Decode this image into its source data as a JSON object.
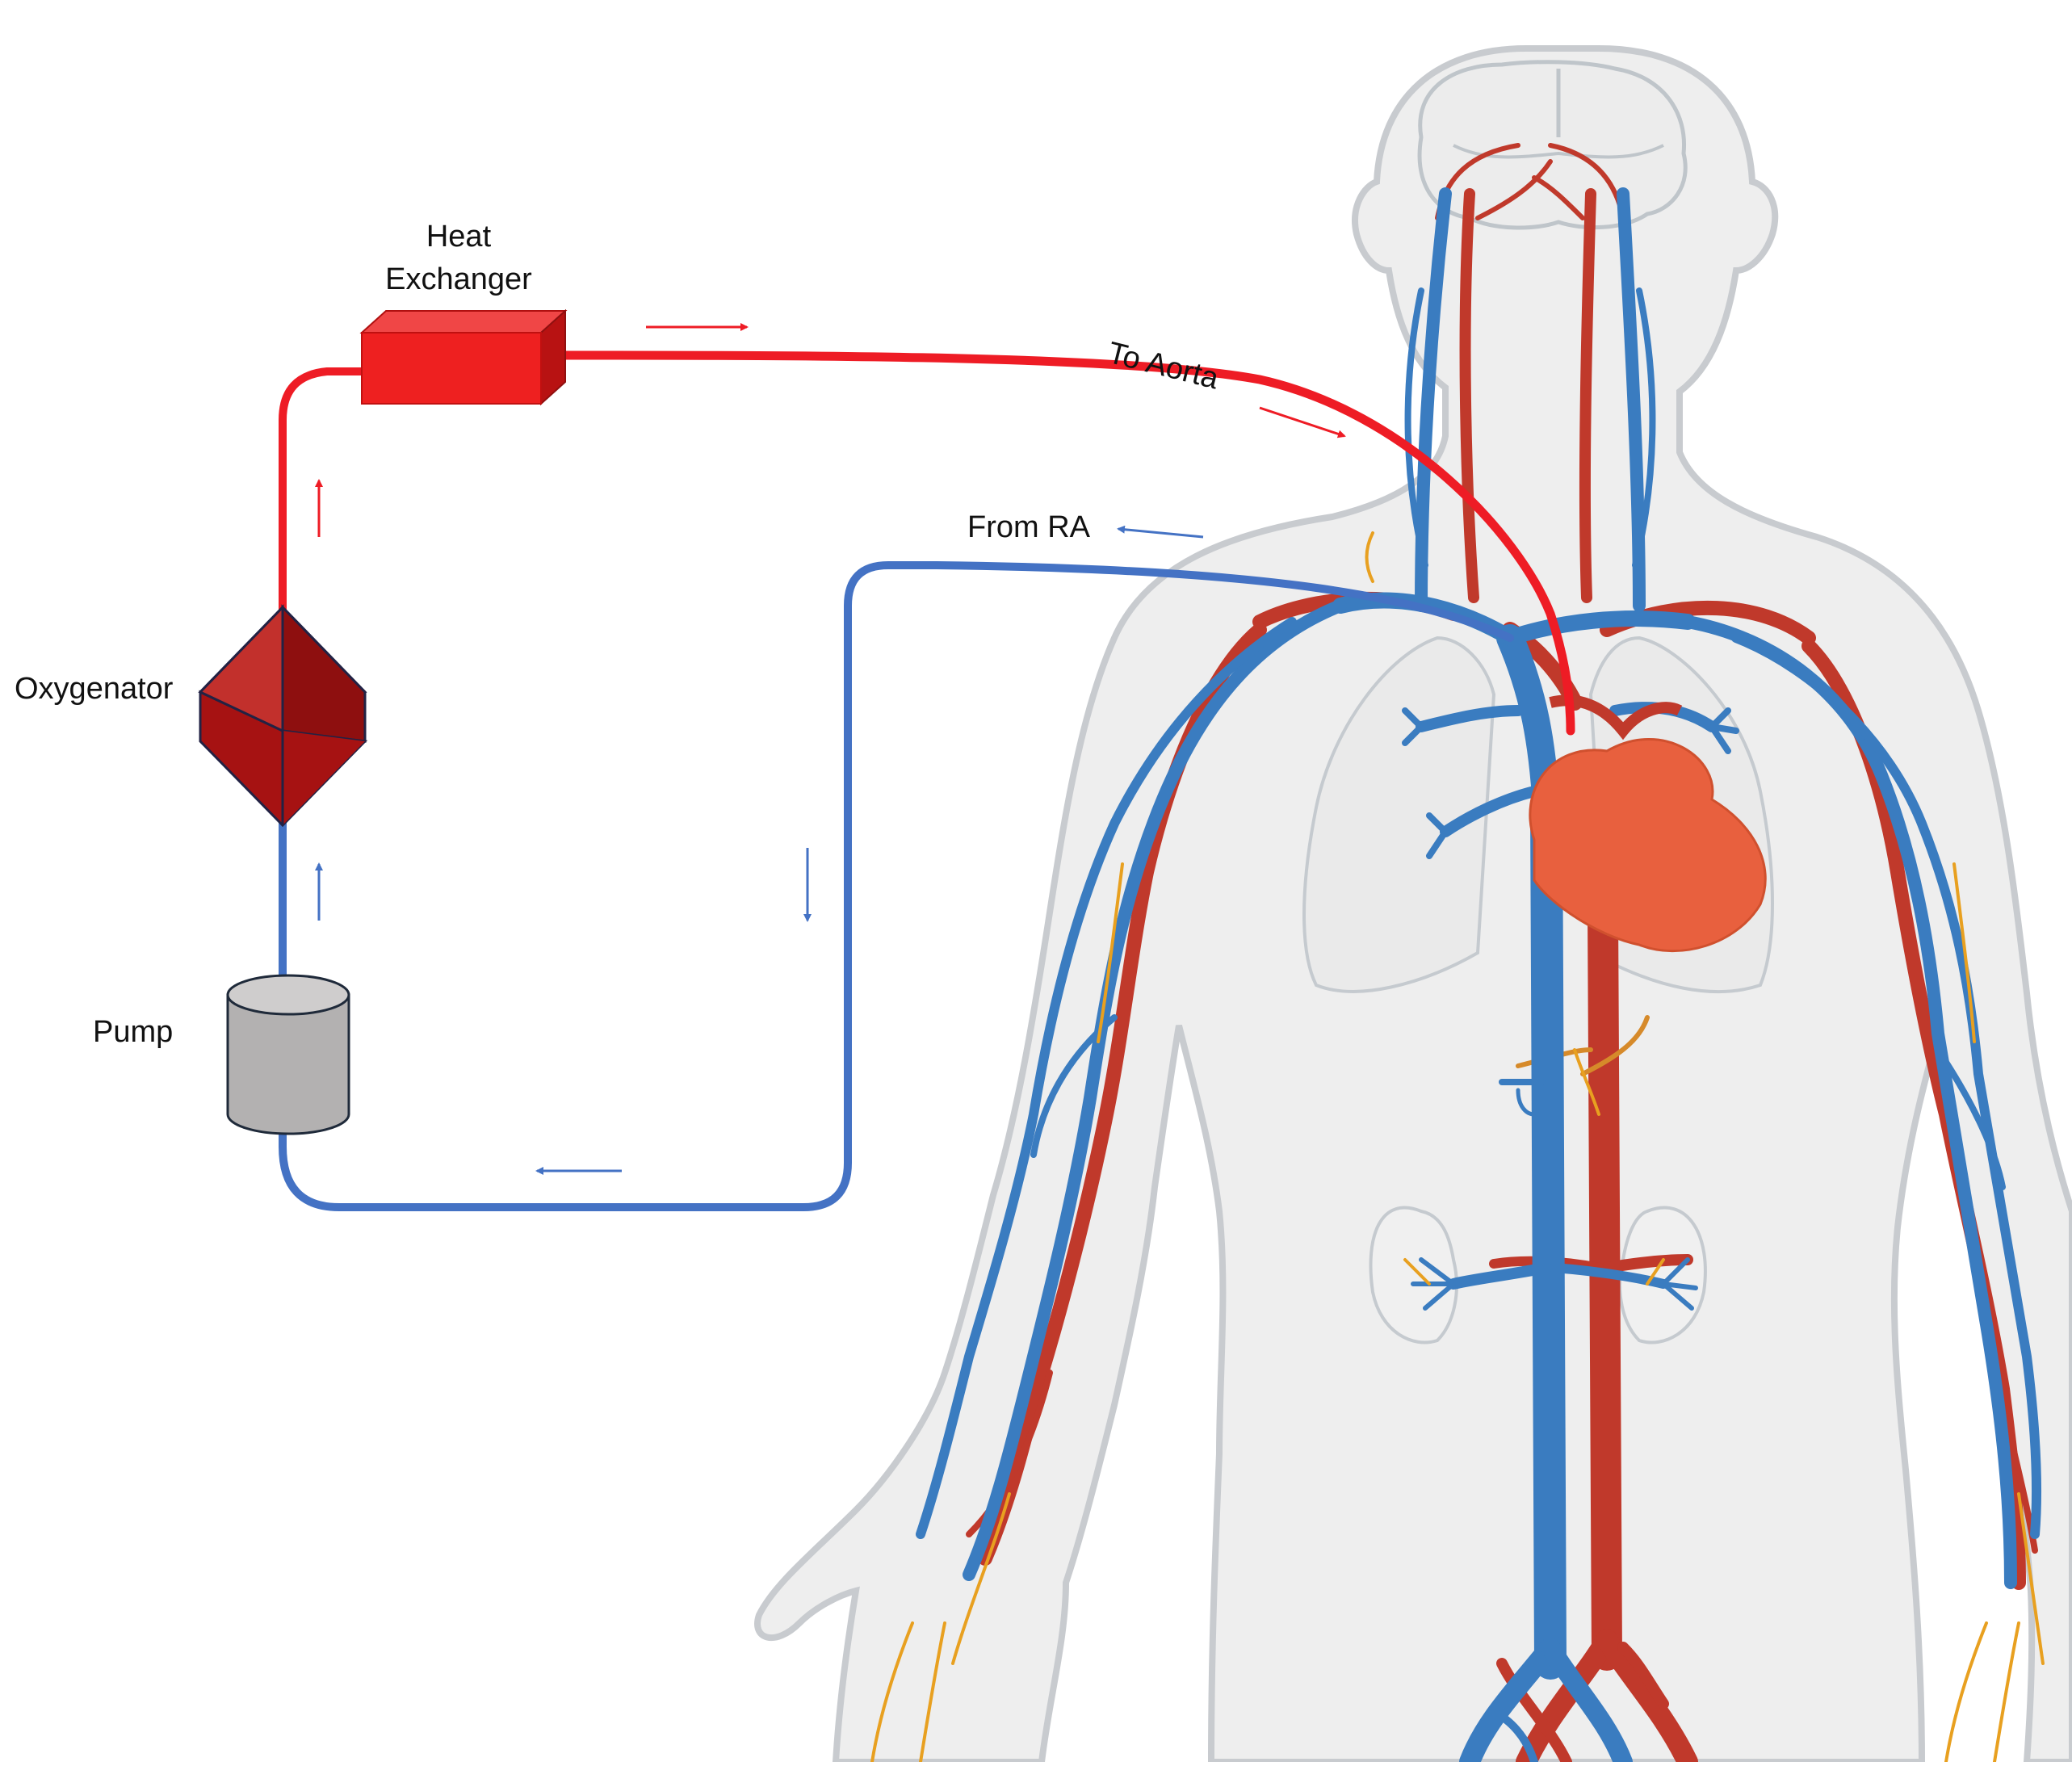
{
  "labels": {
    "heat_exchanger_line1": "Heat",
    "heat_exchanger_line2": "Exchanger",
    "oxygenator": "Oxygenator",
    "pump": "Pump",
    "to_aorta": "To Aorta",
    "from_ra": "From RA"
  },
  "colors": {
    "arterial": "#ee1c25",
    "venous": "#4472c4",
    "oxygenator": "#a61212",
    "heat_exchanger": "#ee2020",
    "pump_body": "#b3b1b1",
    "body_fill": "#eeeeee",
    "body_outline": "#c8cbcf",
    "artery": "#c0392b",
    "vein": "#3a7cc0",
    "heart": "#e8603e",
    "nerve": "#e8a020"
  },
  "icons": [
    "arrow-icon",
    "heart-icon",
    "pump-icon",
    "oxygenator-icon",
    "heat-exchanger-icon"
  ]
}
